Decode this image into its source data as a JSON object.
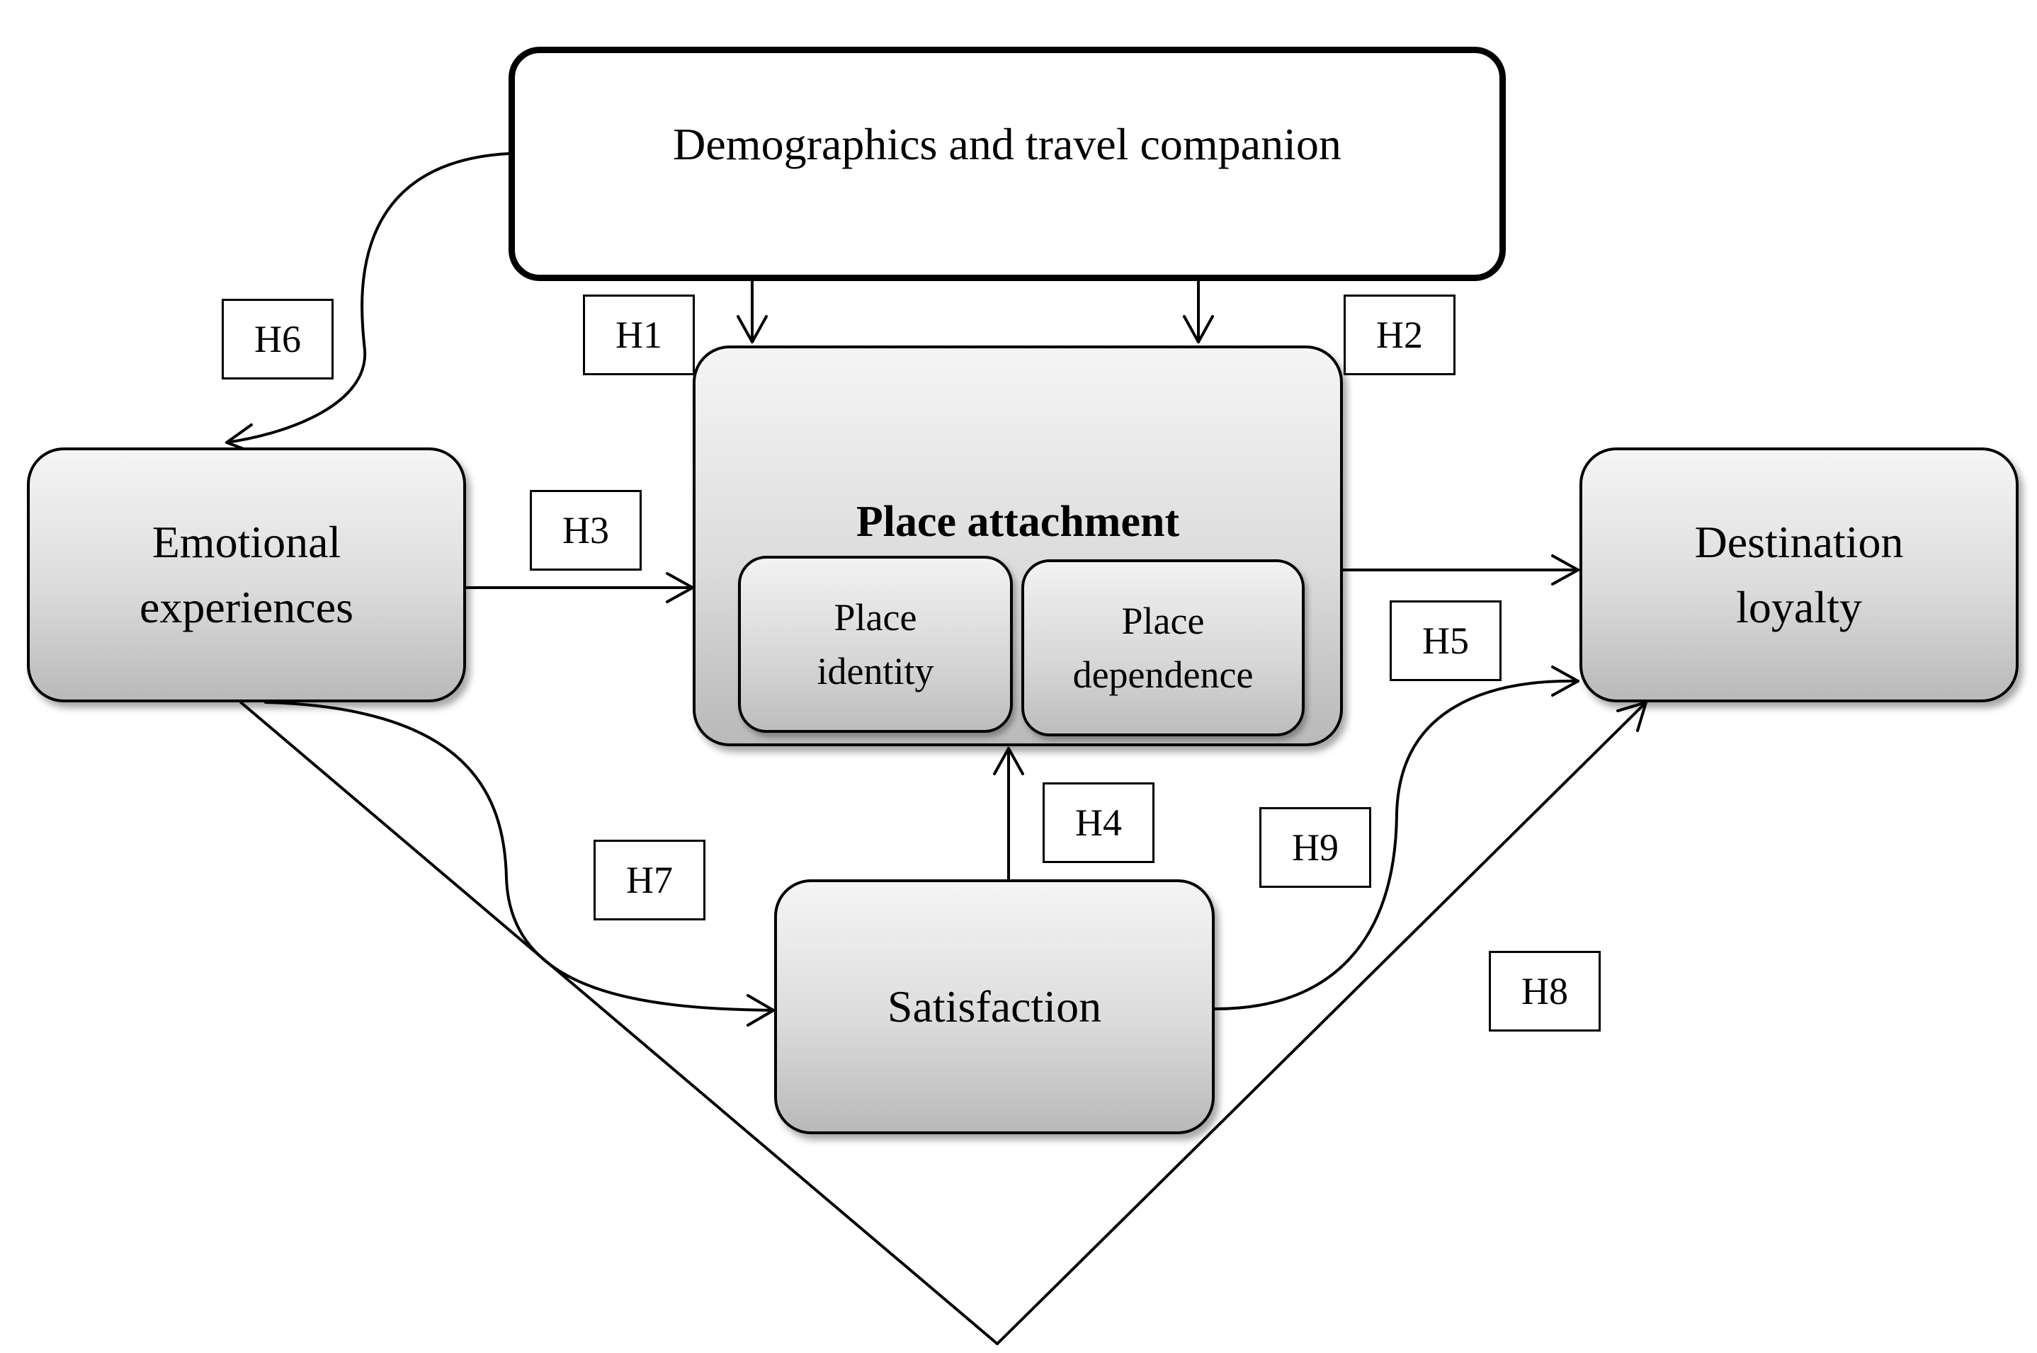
{
  "constructs": {
    "demographics": "Demographics and travel companion",
    "emotional": [
      "Emotional",
      "experiences"
    ],
    "place_attachment": "Place attachment",
    "place_identity": [
      "Place",
      "identity"
    ],
    "place_dependence": [
      "Place",
      "dependence"
    ],
    "destination_loyalty": [
      "Destination",
      "loyalty"
    ],
    "satisfaction": "Satisfaction"
  },
  "hypotheses": {
    "h1": "H1",
    "h2": "H2",
    "h3": "H3",
    "h4": "H4",
    "h5": "H5",
    "h6": "H6",
    "h7": "H7",
    "h8": "H8",
    "h9": "H9"
  }
}
